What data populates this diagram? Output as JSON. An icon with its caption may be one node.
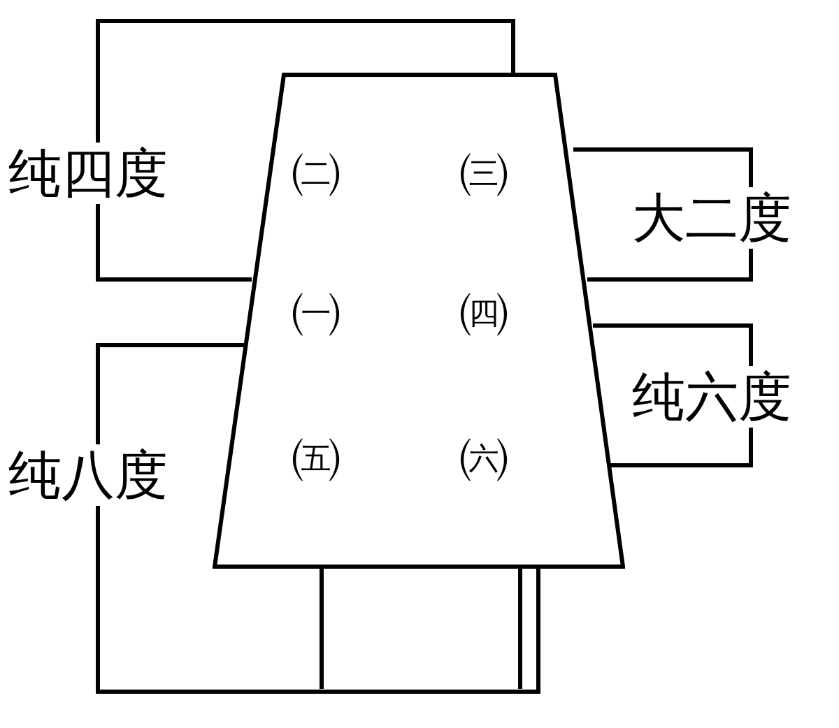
{
  "diagram": {
    "nodes": [
      {
        "text": [],
        "shape": "trapezoid"
      },
      {
        "text": [
          "㈡"
        ],
        "in": 0
      },
      {
        "text": [
          "㈢"
        ],
        "in": 0
      },
      {
        "text": [
          "㈠"
        ],
        "in": 0
      },
      {
        "text": [
          "㈣"
        ],
        "in": 0
      },
      {
        "text": [
          "㈤"
        ],
        "in": 0
      },
      {
        "text": [
          "㈥"
        ],
        "in": 0
      }
    ],
    "labels": [
      "纯四度",
      "大二度",
      "纯六度",
      "纯八度"
    ]
  }
}
